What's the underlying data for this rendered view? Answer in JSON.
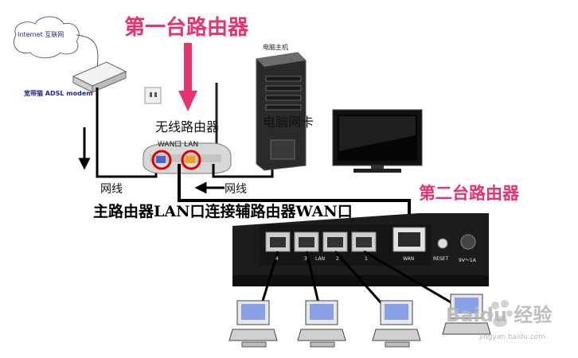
{
  "title_first_router": "第一台路由器",
  "title_second_router": "第二台路由器",
  "internet_label": "Internet 互联网",
  "modem_label": "宽带猫 ADSL modem",
  "pc_host_label": "电脑主机",
  "wireless_router_label": "无线路由器",
  "nic_label": "电脑网卡",
  "wan_lan_label": "WAN口  LAN",
  "cable_label_left": "网线",
  "cable_label_right": "网线",
  "caption": "主路由器LAN口连接辅路由器WAN口",
  "router_ports": {
    "p4": "4",
    "p3": "3",
    "lan": "LAN",
    "p2": "2",
    "p1": "1",
    "wan": "WAN",
    "reset": "RESET",
    "power": "9V～1A"
  },
  "watermark": "Baidu 经验",
  "watermark_url": "jingyan.baidu.com",
  "colors": {
    "accent": "#e8326e",
    "cable": "#000000",
    "router_body": "#1c1c1c"
  }
}
